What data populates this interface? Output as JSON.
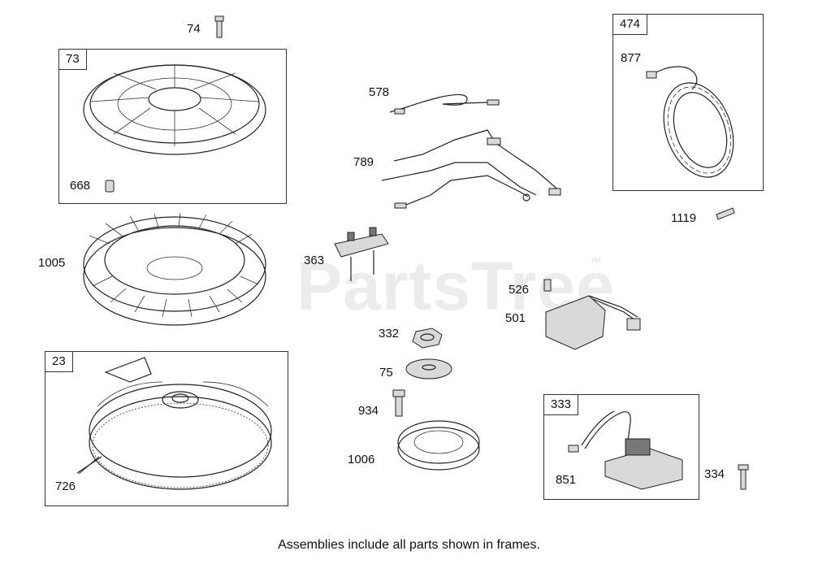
{
  "watermark": {
    "text": "PartsTree",
    "trademark": "™"
  },
  "frames": [
    {
      "label": "73"
    },
    {
      "label": "23"
    },
    {
      "label": "474"
    },
    {
      "label": "333"
    }
  ],
  "callouts": {
    "c74": "74",
    "c668": "668",
    "c1005": "1005",
    "c726": "726",
    "c578": "578",
    "c789": "789",
    "c363": "363",
    "c332": "332",
    "c75": "75",
    "c934": "934",
    "c1006": "1006",
    "c877": "877",
    "c1119": "1119",
    "c526": "526",
    "c501": "501",
    "c851": "851",
    "c334": "334"
  },
  "footer": "Assemblies include all parts shown in frames."
}
